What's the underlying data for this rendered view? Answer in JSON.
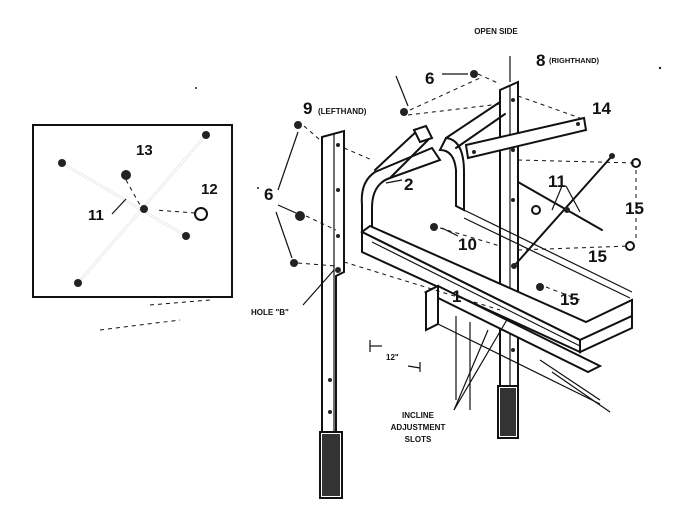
{
  "diagram": {
    "inset": {
      "labels": {
        "part_13": "13",
        "part_12": "12",
        "part_11": "11"
      }
    },
    "labels": {
      "open_side": "OPEN SIDE",
      "part_8": "8",
      "part_8_note": "(RIGHTHAND)",
      "part_9": "9",
      "part_9_note": "(LEFTHAND)",
      "part_6_top": "6",
      "part_6_left": "6",
      "part_14": "14",
      "part_2": "2",
      "part_11": "11",
      "part_15_right": "15",
      "part_15_mid": "15",
      "part_15_low": "15",
      "part_10": "10",
      "part_1": "1",
      "hole_b": "HOLE \"B\"",
      "dimension": "12\"",
      "incline_line1": "INCLINE",
      "incline_line2": "ADJUSTMENT",
      "incline_line3": "SLOTS"
    }
  }
}
